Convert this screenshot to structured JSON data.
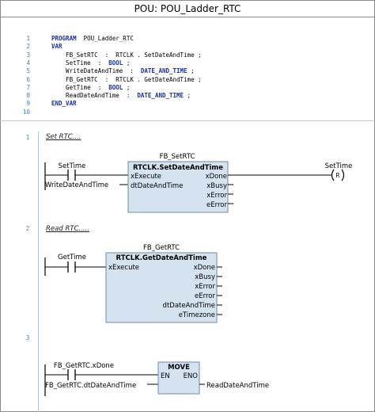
{
  "window": {
    "title": "POU: POU_Ladder_RTC"
  },
  "declaration": {
    "line_numbers": [
      "1",
      "2",
      "3",
      "4",
      "5",
      "6",
      "7",
      "8",
      "9",
      "10"
    ],
    "lines": [
      [
        {
          "t": "PROGRAM",
          "k": true
        },
        {
          "t": "  POU_Ladder_RTC",
          "k": false
        }
      ],
      [
        {
          "t": "VAR",
          "k": true
        }
      ],
      [
        {
          "t": "    FB_SetRTC  :  RTCLK . SetDateAndTime ;",
          "k": false
        }
      ],
      [
        {
          "t": "    SetTime  :  ",
          "k": false
        },
        {
          "t": "BOOL",
          "k": true
        },
        {
          "t": " ;",
          "k": false
        }
      ],
      [
        {
          "t": "    WriteDateAndTime  :  ",
          "k": false
        },
        {
          "t": "DATE_AND_TIME",
          "k": true
        },
        {
          "t": " ;",
          "k": false
        }
      ],
      [
        {
          "t": "    FB_GetRTC  :  RTCLK . GetDateAndTime ;",
          "k": false
        }
      ],
      [
        {
          "t": "    GetTime  :  ",
          "k": false
        },
        {
          "t": "BOOL",
          "k": true
        },
        {
          "t": " ;",
          "k": false
        }
      ],
      [
        {
          "t": "    ReadDateAndTime  :  ",
          "k": false
        },
        {
          "t": "DATE_AND_TIME",
          "k": true
        },
        {
          "t": " ;",
          "k": false
        }
      ],
      [
        {
          "t": "END_VAR",
          "k": true
        }
      ],
      [
        {
          "t": "",
          "k": false
        }
      ]
    ]
  },
  "rungs": [
    {
      "number": "1",
      "comment": "Set RTC....",
      "contact": "SetTime",
      "instance": "FB_SetRTC",
      "block_type": "RTCLK.SetDateAndTime",
      "inputs": [
        "xExecute",
        "dtDateAndTime"
      ],
      "input_var": "WriteDateAndTime",
      "outputs": [
        "xDone",
        "xBusy",
        "xError",
        "eError"
      ],
      "coil": "SetTime",
      "coil_symbol": "R"
    },
    {
      "number": "2",
      "comment": "Read RTC.....",
      "contact": "GetTime",
      "instance": "FB_GetRTC",
      "block_type": "RTCLK.GetDateAndTime",
      "inputs": [
        "xExecute"
      ],
      "outputs": [
        "xDone",
        "xBusy",
        "xError",
        "eError",
        "dtDateAndTime",
        "eTimezone"
      ]
    },
    {
      "number": "3",
      "contact": "FB_GetRTC.xDone",
      "block_type": "MOVE",
      "en": "EN",
      "eno": "ENO",
      "input_var": "FB_GetRTC.dtDateAndTime",
      "output_var": "ReadDateAndTime"
    }
  ],
  "colors": {
    "block_fill": "#d5e3f0",
    "block_border": "#6e8aa8",
    "keyword": "#1a2fa8",
    "line_number": "#4a7fb0"
  }
}
